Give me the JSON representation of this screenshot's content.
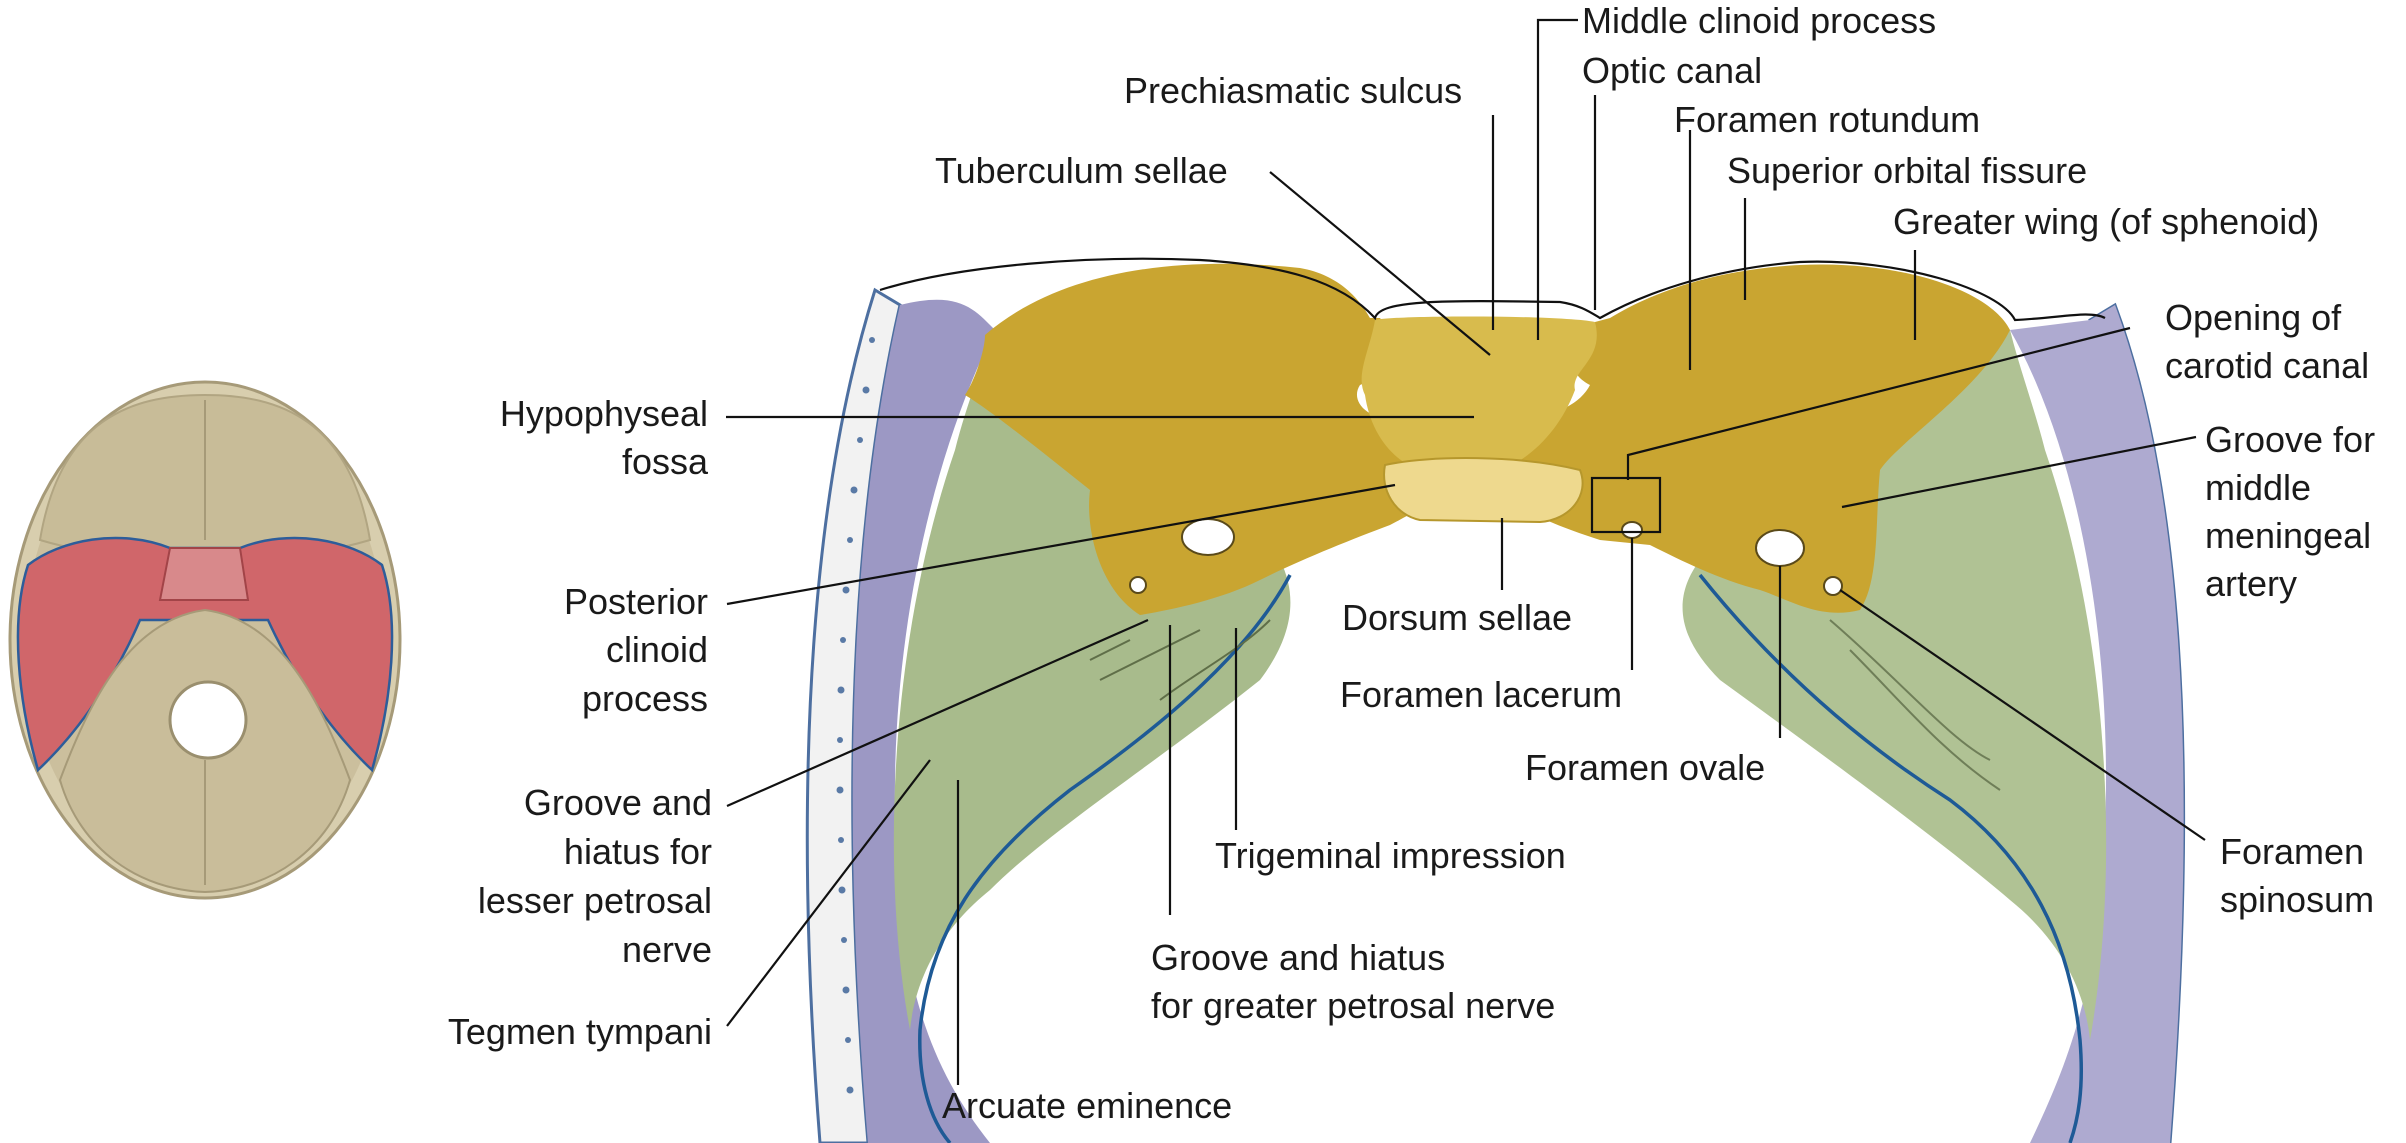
{
  "colors": {
    "sphenoid": "#c9a531",
    "sphenoid_light": "#e3cd74",
    "temporal": "#a8bb8c",
    "parietal": "#9c98c4",
    "outline": "#1e5a96",
    "overview_bone": "#cbbf9d",
    "overview_highlight": "#d0666a"
  },
  "labels": {
    "middle_clinoid": "Middle clinoid process",
    "optic_canal": "Optic canal",
    "foramen_rotundum": "Foramen rotundum",
    "prechiasmatic": "Prechiasmatic sulcus",
    "superior_orbital": "Superior orbital fissure",
    "tuberculum": "Tuberculum sellae",
    "greater_wing": "Greater wing (of sphenoid)",
    "opening_carotid_1": "Opening of",
    "opening_carotid_2": "carotid canal",
    "hypophyseal_1": "Hypophyseal",
    "hypophyseal_2": "fossa",
    "groove_mma_1": "Groove for",
    "groove_mma_2": "middle",
    "groove_mma_3": "meningeal",
    "groove_mma_4": "artery",
    "posterior_clinoid_1": "Posterior",
    "posterior_clinoid_2": "clinoid",
    "posterior_clinoid_3": "process",
    "dorsum_sellae": "Dorsum sellae",
    "foramen_lacerum": "Foramen lacerum",
    "foramen_ovale": "Foramen ovale",
    "groove_lesser_1": "Groove and",
    "groove_lesser_2": "hiatus for",
    "groove_lesser_3": "lesser petrosal",
    "groove_lesser_4": "nerve",
    "foramen_spinosum_1": "Foramen",
    "foramen_spinosum_2": "spinosum",
    "trigeminal": "Trigeminal impression",
    "groove_greater_1": "Groove and hiatus",
    "groove_greater_2": "for greater petrosal nerve",
    "tegmen": "Tegmen tympani",
    "arcuate": "Arcuate eminence"
  }
}
